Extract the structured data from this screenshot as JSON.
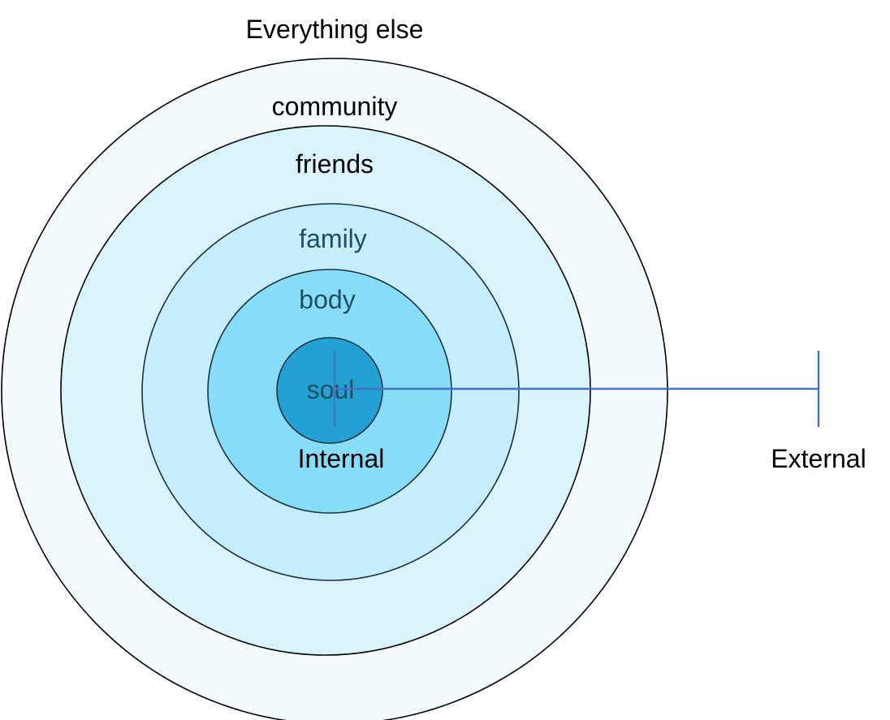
{
  "title": "Everything else",
  "rings": [
    {
      "label": "community",
      "fill": "#f3fbff",
      "text_color": "#000000"
    },
    {
      "label": "friends",
      "fill": "#daf4fd",
      "text_color": "#000000"
    },
    {
      "label": "family",
      "fill": "#c5edfc",
      "text_color": "#1f4e63"
    },
    {
      "label": "body",
      "fill": "#87dcf8",
      "text_color": "#1f4e63"
    },
    {
      "label": "soul",
      "fill": "#23a1d4",
      "text_color": "#1f4e63"
    }
  ],
  "axis": {
    "start_label": "Internal",
    "end_label": "External",
    "color": "#4472c4"
  },
  "stroke_color": "#000000"
}
